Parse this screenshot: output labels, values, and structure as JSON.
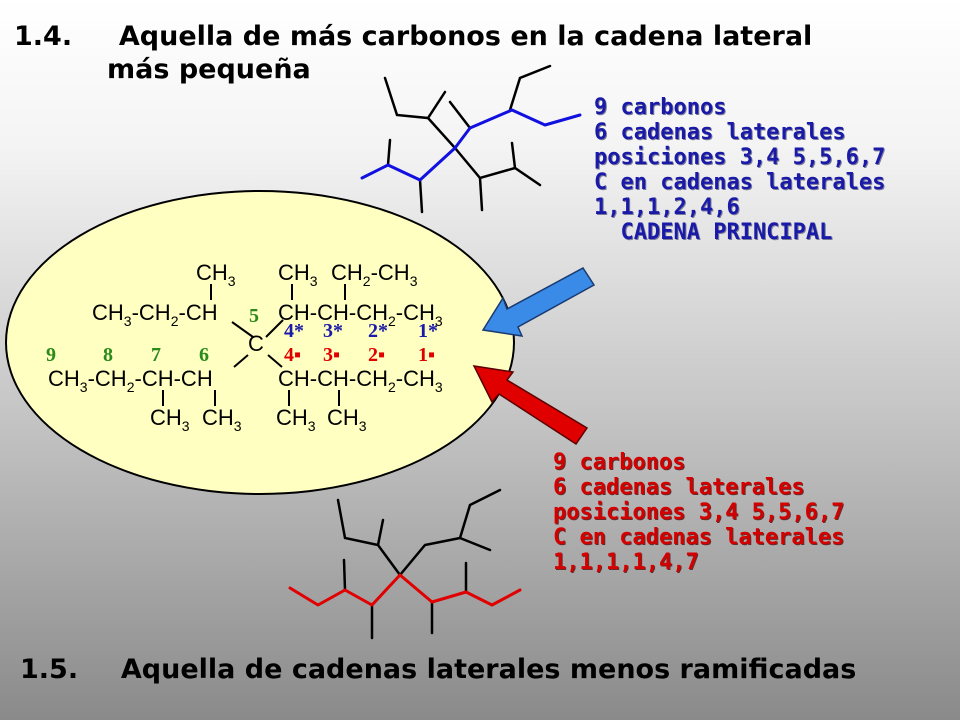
{
  "heading_top": {
    "number": "1.4.",
    "line1": "Aquella de más carbonos en la cadena lateral",
    "line2": "más pequeña"
  },
  "heading_bottom": {
    "number": "1.5.",
    "text": "Aquella de cadenas laterales menos ramificadas"
  },
  "info_blue": [
    "9 carbonos",
    "6 cadenas laterales",
    "posiciones 3,4 5,5,6,7",
    "C en cadenas laterales",
    "1,1,1,2,4,6",
    "  CADENA PRINCIPAL"
  ],
  "info_red": [
    "9 carbonos",
    "6 cadenas laterales",
    "posiciones 3,4 5,5,6,7",
    "C en cadenas laterales",
    "1,1,1,1,4,7"
  ],
  "formula": {
    "top_left_ch3": "CH3",
    "top_row_left": "CH3-CH2-CH",
    "top_right_ch3": "CH3",
    "top_right_ch2ch3": "CH2-CH3",
    "top_row_right": "CH-CH-CH2-CH3",
    "central_c": "C",
    "main_row_left": "CH3-CH2-CH-CH",
    "main_row_right": "CH-CH-CH2-CH3",
    "bottom_left_ch3_a": "CH3",
    "bottom_left_ch3_b": "CH3",
    "bottom_right_ch3_a": "CH3",
    "bottom_right_ch3_b": "CH3"
  },
  "numbering": {
    "green": [
      "9",
      "8",
      "7",
      "6",
      "5"
    ],
    "blue_star": [
      "4*",
      "3*",
      "2*",
      "1*"
    ],
    "red_square": [
      "4▪",
      "3▪",
      "2▪",
      "1▪"
    ]
  },
  "colors": {
    "blue_chain": "#1010e0",
    "red_chain": "#e00000",
    "green_numbers": "#2a8a1a",
    "blue_arrow": "#3a8ae8",
    "red_arrow": "#e00000",
    "ellipse_fill": "#ffffc2"
  },
  "icons": [
    "blue-arrow-icon",
    "red-arrow-icon"
  ]
}
